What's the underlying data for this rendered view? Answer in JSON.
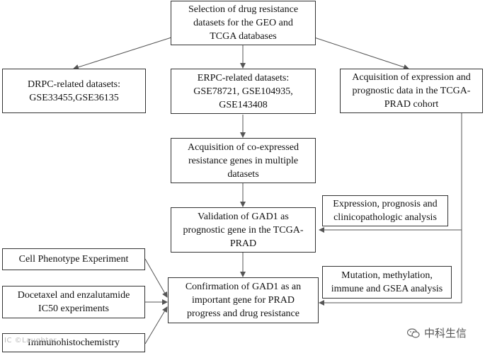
{
  "boxes": {
    "selection": [
      "Selection of drug resistance",
      "datasets for the GEO and",
      "TCGA databases"
    ],
    "drpc": [
      "DRPC-related datasets:",
      "GSE33455,GSE36135"
    ],
    "erpc": [
      "ERPC-related datasets:",
      "GSE78721, GSE104935,",
      "GSE143408"
    ],
    "tcga_acq": [
      "Acquisition of expression and",
      "prognostic data in the TCGA-",
      "PRAD cohort"
    ],
    "coexp": [
      "Acquisition of co-expressed",
      "resistance genes in multiple",
      "datasets"
    ],
    "expr_prog": [
      "Expression, prognosis and",
      "clinicopathologic analysis"
    ],
    "validation": [
      "Validation of GAD1 as",
      "prognostic gene in the TCGA-",
      "PRAD"
    ],
    "cell_pheno": [
      "Cell Phenotype Experiment"
    ],
    "mutation": [
      "Mutation, methylation,",
      "immune and GSEA analysis"
    ],
    "docetaxel": [
      "Docetaxel and enzalutamide",
      "IC50 experiments"
    ],
    "confirmation": [
      "Confirmation of GAD1 as an",
      "important gene for PRAD",
      "progress and drug resistance"
    ],
    "ihc": [
      "Immunohistochemistry"
    ]
  },
  "watermark": {
    "right_text": "中科生信",
    "left_text": "IC ©Laughter"
  },
  "colors": {
    "border": "#333333",
    "arrow": "#555555",
    "background": "#ffffff"
  }
}
